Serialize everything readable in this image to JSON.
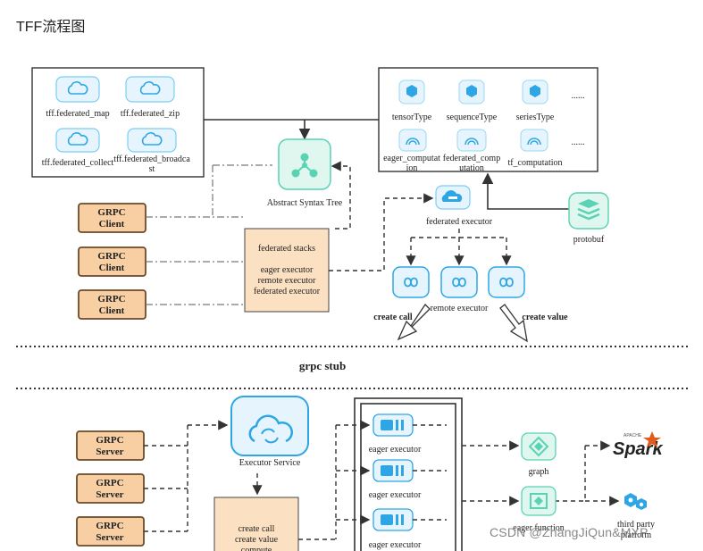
{
  "page_title": "TFF流程图",
  "watermark": "CSDN @ZhangJiQun&MXP",
  "colors": {
    "teal": "#5ad2b4",
    "blue": "#2ea6e6",
    "skin": "#fce0c2",
    "orange": "#f7cfa3",
    "orange_border": "#6b4a2a",
    "line": "#333333"
  },
  "top": {
    "api_box": {
      "items": [
        {
          "label": "tff.federated_map",
          "icon": "cloud-icon"
        },
        {
          "label": "tff.federated_zip",
          "icon": "cloud-icon"
        },
        {
          "label": "tff.federated_collect",
          "icon": "cloud-icon"
        },
        {
          "label_line1": "tff.federated_broadca",
          "label_line2": "st",
          "icon": "cloud-icon"
        }
      ]
    },
    "type_box": {
      "items": [
        {
          "label": "tensorType",
          "icon": "hexagon-icon"
        },
        {
          "label": "sequenceType",
          "icon": "hexagon-icon"
        },
        {
          "label": "seriesType",
          "icon": "hexagon-icon"
        },
        {
          "label": "......"
        },
        {
          "label_line1": "eager_computat",
          "label_line2": "ion",
          "icon": "signal-icon"
        },
        {
          "label_line1": "federated_comp",
          "label_line2": "utation",
          "icon": "signal-icon"
        },
        {
          "label": "tf_computation",
          "icon": "signal-icon"
        },
        {
          "label": "......"
        }
      ]
    },
    "ast_label": "Abstract Syntax Tree",
    "federated_executor_label": "federated executor",
    "protobuf_label": "protobuf",
    "remote_executor_label": "remote executor",
    "create_call": "create call",
    "create_value": "create value",
    "grpc_clients": [
      {
        "line1": "GRPC",
        "line2": "Client"
      },
      {
        "line1": "GRPC",
        "line2": "Client"
      },
      {
        "line1": "GRPC",
        "line2": "Client"
      }
    ],
    "stack_box": {
      "line1": "federated stacks",
      "line2": "eager executor",
      "line3": "remote executor",
      "line4": "federated executor"
    }
  },
  "divider_label": "grpc stub",
  "bottom": {
    "grpc_servers": [
      {
        "line1": "GRPC",
        "line2": "Server"
      },
      {
        "line1": "GRPC",
        "line2": "Server"
      },
      {
        "line1": "GRPC",
        "line2": "Server"
      }
    ],
    "executor_service_label": "Executor Service",
    "compute_box": {
      "line1": "create call",
      "line2": "create value",
      "line3": "compute"
    },
    "eager_executors": [
      "eager executor",
      "eager executor",
      "eager executor"
    ],
    "graph_label": "graph",
    "eager_function_label": "eager function",
    "spark_label": "Spark",
    "spark_small": "APACHE",
    "third_party_line1": "third party",
    "third_party_line2": "platform"
  }
}
